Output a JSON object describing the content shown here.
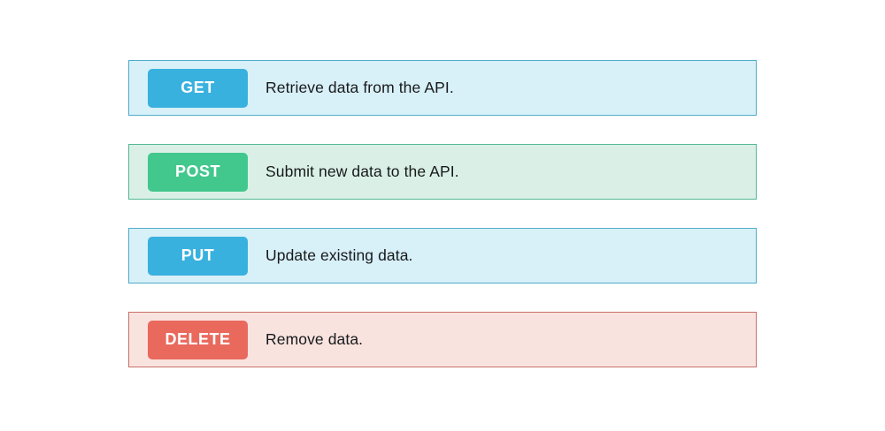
{
  "page": {
    "background_color": "#ffffff",
    "description_text_color": "#17191c",
    "badge_text_color": "#ffffff"
  },
  "rows": [
    {
      "method": "GET",
      "description": "Retrieve data from the API.",
      "badge_color": "#39b1de",
      "row_background": "#d8f0f8",
      "border_color": "#4fadc9"
    },
    {
      "method": "POST",
      "description": "Submit new data to the API.",
      "badge_color": "#42c78d",
      "row_background": "#daf0e6",
      "border_color": "#54b897"
    },
    {
      "method": "PUT",
      "description": "Update existing data.",
      "badge_color": "#39b1de",
      "row_background": "#d8f0f8",
      "border_color": "#4fadc9"
    },
    {
      "method": "DELETE",
      "description": "Remove data.",
      "badge_color": "#e9695d",
      "row_background": "#f9e3df",
      "border_color": "#c8706a"
    }
  ]
}
